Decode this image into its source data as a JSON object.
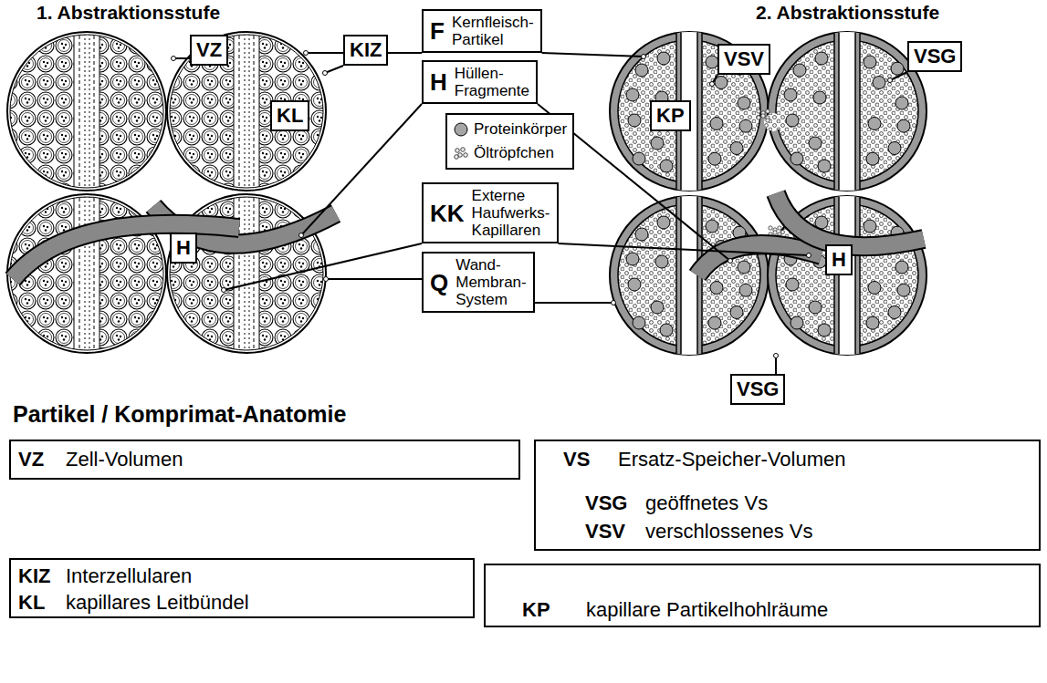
{
  "diagram": {
    "nodes": [
      {
        "text": [
          "VZ"
        ]
      },
      {
        "text": [
          "KIZ"
        ]
      },
      {
        "text": [
          "KL"
        ]
      },
      {
        "text": [
          "F",
          "Kernfleisch- Partikel"
        ]
      },
      {
        "text": [
          "H",
          "Hüllen- Fragmente"
        ]
      },
      {
        "text": [
          "KK",
          "Externe Haufwerks- Kapillaren"
        ]
      },
      {
        "text": [
          "Q",
          "Wand- Membran- System"
        ]
      },
      {
        "text": [
          "VSV"
        ]
      },
      {
        "text": [
          "VSG"
        ]
      },
      {
        "text": [
          "KP"
        ]
      },
      {
        "text": [
          "H"
        ]
      },
      {
        "text": [
          "H"
        ]
      },
      {
        "text": [
          "VSG"
        ]
      },
      {
        "text": [
          "VZ",
          "Zell-Volumen"
        ]
      },
      {
        "text": [
          "VS",
          "Ersatz-Speicher-Volumen",
          "VSG",
          "geöffnetes Vs",
          "VSV",
          "verschlossenes Vs"
        ]
      },
      {
        "text": [
          "KIZ",
          "Interzellularen",
          "KL",
          "kapillares Leitbündel"
        ]
      },
      {
        "text": [
          "KP",
          "kapillare Partikelhohlräume"
        ]
      }
    ],
    "labels": [
      "1. Abstraktionsstufe",
      "2. Abstraktionsstufe",
      "Partikel / Komprimat-Anatomie"
    ],
    "legend": [
      {
        "text": "Proteinkörper",
        "color": "#a6a6a6"
      },
      {
        "text": "Öltröpfchen"
      }
    ]
  }
}
